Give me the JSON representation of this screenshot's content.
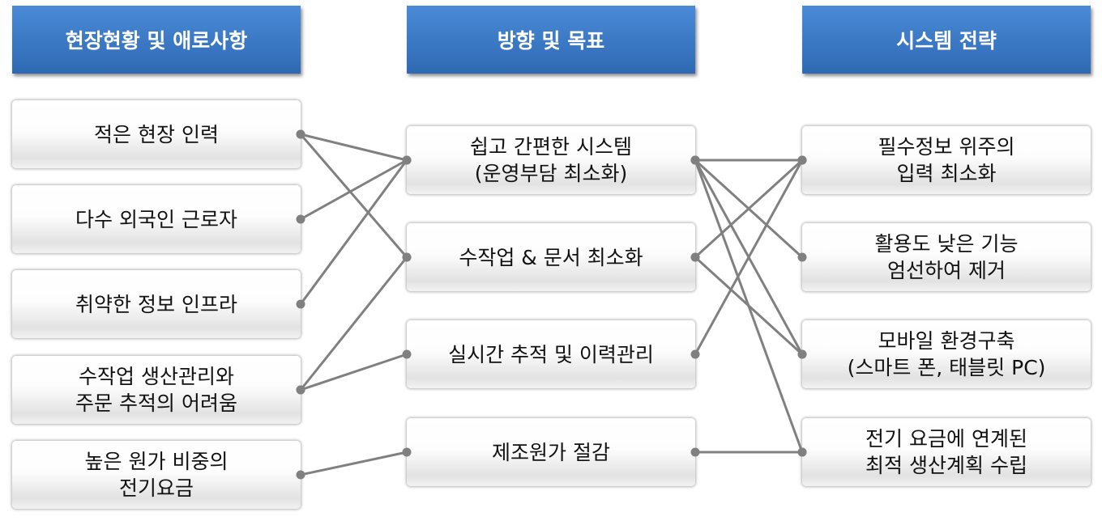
{
  "headers": [
    "현장현황 및 애로사항",
    "방향 및 목표",
    "시스템 전략"
  ],
  "left": [
    [
      "적은 현장 인력"
    ],
    [
      "다수 외국인 근로자"
    ],
    [
      "취약한 정보 인프라"
    ],
    [
      "수작업 생산관리와",
      "주문 추적의 어려움"
    ],
    [
      "높은 원가 비중의",
      "전기요금"
    ]
  ],
  "middle": [
    [
      "쉽고 간편한 시스템",
      "(운영부담 최소화)"
    ],
    [
      "수작업 & 문서 최소화"
    ],
    [
      "실시간 추적 및 이력관리"
    ],
    [
      "제조원가 절감"
    ]
  ],
  "right": [
    [
      "필수정보 위주의",
      "입력 최소화"
    ],
    [
      "활용도 낮은 기능",
      "엄선하여 제거"
    ],
    [
      "모바일 환경구축",
      "(스마트 폰, 태블릿 PC)"
    ],
    [
      "전기 요금에 연계된",
      "최적 생산계획 수립"
    ]
  ],
  "links_left_to_middle": [
    [
      0,
      0
    ],
    [
      0,
      1
    ],
    [
      1,
      0
    ],
    [
      2,
      0
    ],
    [
      3,
      1
    ],
    [
      3,
      2
    ],
    [
      4,
      3
    ]
  ],
  "links_middle_to_right": [
    [
      0,
      0
    ],
    [
      0,
      1
    ],
    [
      0,
      2
    ],
    [
      0,
      3
    ],
    [
      1,
      0
    ],
    [
      1,
      2
    ],
    [
      2,
      0
    ],
    [
      3,
      3
    ]
  ],
  "colors": {
    "header": "#3a78c6",
    "connector": "#808080"
  }
}
